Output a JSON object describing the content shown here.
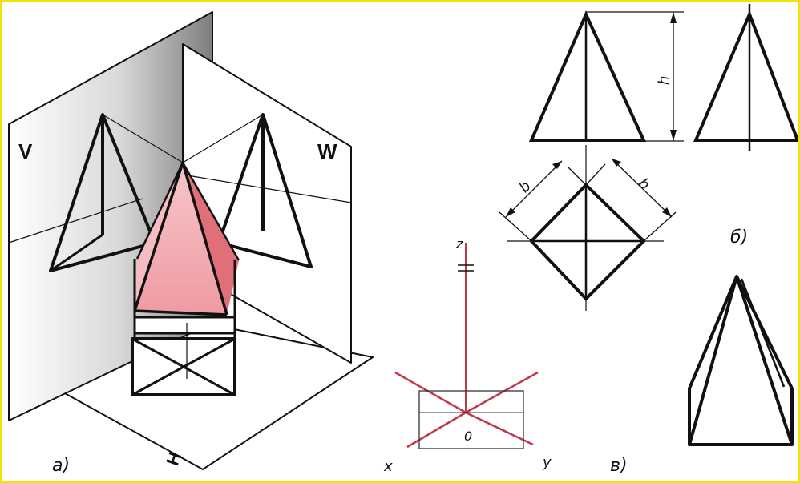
{
  "figure": {
    "panel_labels": {
      "a": "а)",
      "b": "б)",
      "c": "в)"
    },
    "plane_labels": {
      "V": "V",
      "W": "W",
      "H": "H"
    },
    "dimension_labels": {
      "height": "h",
      "base_left": "b",
      "base_right": "b"
    },
    "axis_labels": {
      "z": "z",
      "x": "x",
      "y": "y",
      "origin": "0"
    },
    "colors": {
      "outline": "#111111",
      "pyramid_fill": "#f3a6ac",
      "pyramid_shade": "#e2707a",
      "axis": "#c0394a",
      "plane_v_shade": "#8a8a8a",
      "frame": "#f2e400"
    }
  }
}
